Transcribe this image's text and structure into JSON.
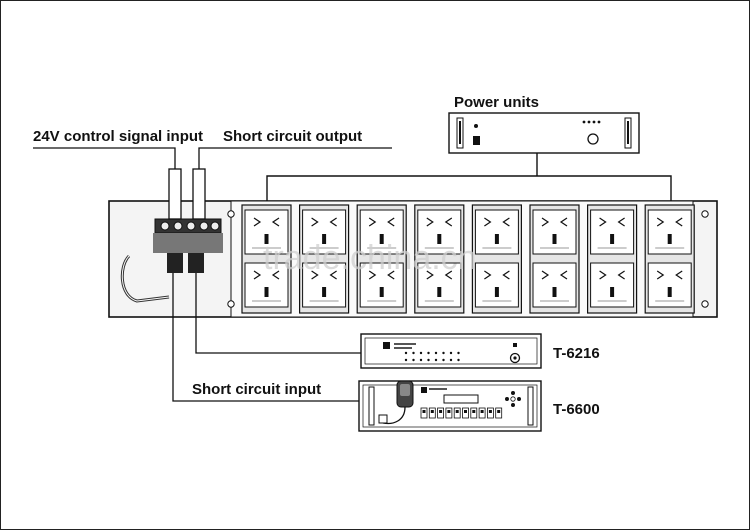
{
  "labels": {
    "power_units": "Power units",
    "control_input": "24V control signal input",
    "short_output": "Short circuit output",
    "short_input": "Short circuit input",
    "device_1": "T-6216",
    "device_2": "T-6600"
  },
  "watermark": "trade.china.cn",
  "socket_count": 8,
  "colors": {
    "line": "#111111",
    "panel": "#f4f4f4",
    "socket": "#e6e6e6"
  }
}
